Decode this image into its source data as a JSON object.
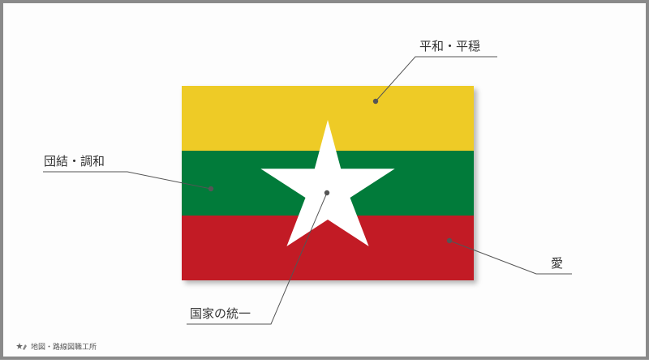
{
  "colors": {
    "yellow": "#eecb26",
    "green": "#017b3a",
    "red": "#c21b25",
    "star": "#ffffff",
    "leader": "#555555"
  },
  "labels": {
    "yellow_stripe": "平和・平穏",
    "green_stripe": "団結・調和",
    "star": "国家の統一",
    "red_stripe": "愛"
  },
  "footer": {
    "logo_icon": "star-map-logo-icon",
    "brand": "地図・路線図職工所"
  }
}
